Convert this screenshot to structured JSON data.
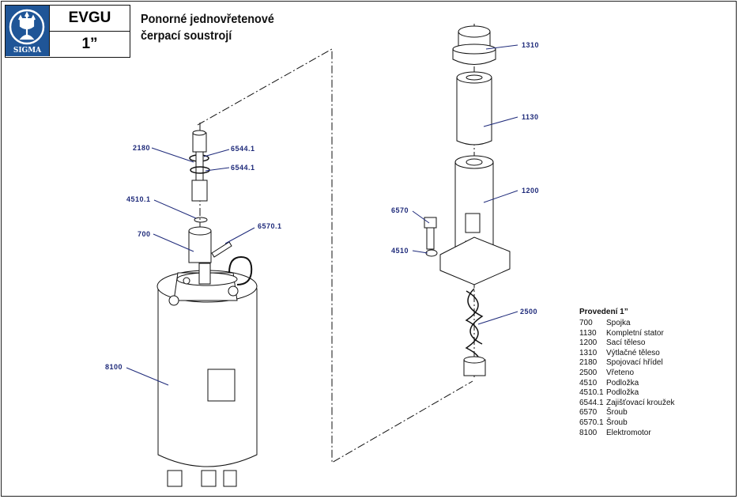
{
  "header": {
    "logo_text": "SIGMA",
    "model": "EVGU",
    "size": "1”",
    "title_line1": "Ponorné jednovřetenové",
    "title_line2": "čerpací soustrojí"
  },
  "callouts": {
    "c1310": "1310",
    "c1130": "1130",
    "c1200": "1200",
    "c2500": "2500",
    "c6570": "6570",
    "c4510": "4510",
    "c2180": "2180",
    "c6544a": "6544.1",
    "c6544b": "6544.1",
    "c4510_1": "4510.1",
    "c700": "700",
    "c6570_1": "6570.1",
    "c8100": "8100"
  },
  "legend": {
    "title": "Provedení 1”",
    "items": [
      {
        "num": "700",
        "name": "Spojka"
      },
      {
        "num": "1130",
        "name": "Kompletní stator"
      },
      {
        "num": "1200",
        "name": "Sací těleso"
      },
      {
        "num": "1310",
        "name": "Výtlačné těleso"
      },
      {
        "num": "2180",
        "name": "Spojovací hřídel"
      },
      {
        "num": "2500",
        "name": "Vřeteno"
      },
      {
        "num": "4510",
        "name": "Podložka"
      },
      {
        "num": "4510.1",
        "name": "Podložka"
      },
      {
        "num": "6544.1",
        "name": "Zajišťovací kroužek"
      },
      {
        "num": "6570",
        "name": "Šroub"
      },
      {
        "num": "6570.1",
        "name": "Šroub"
      },
      {
        "num": "8100",
        "name": "Elektromotor"
      }
    ]
  },
  "colors": {
    "logo": "#1f5597",
    "callout": "#1e2a7a"
  }
}
